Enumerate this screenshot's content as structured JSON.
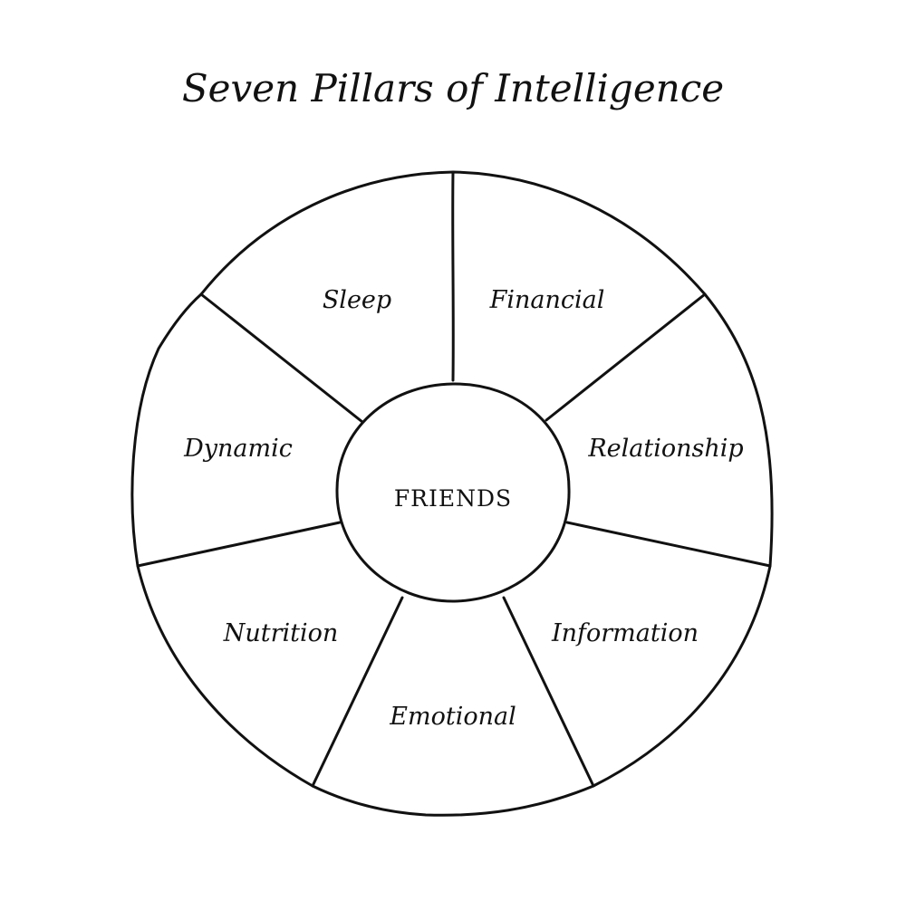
{
  "diagram": {
    "title": "Seven Pillars of Intelligence",
    "center_label": "FRIENDS",
    "segments": [
      {
        "label": "Sleep"
      },
      {
        "label": "Financial"
      },
      {
        "label": "Relationship"
      },
      {
        "label": "Information"
      },
      {
        "label": "Emotional"
      },
      {
        "label": "Nutrition"
      },
      {
        "label": "Dynamic"
      }
    ],
    "colors": {
      "ink": "#111111",
      "background": "#ffffff"
    }
  }
}
